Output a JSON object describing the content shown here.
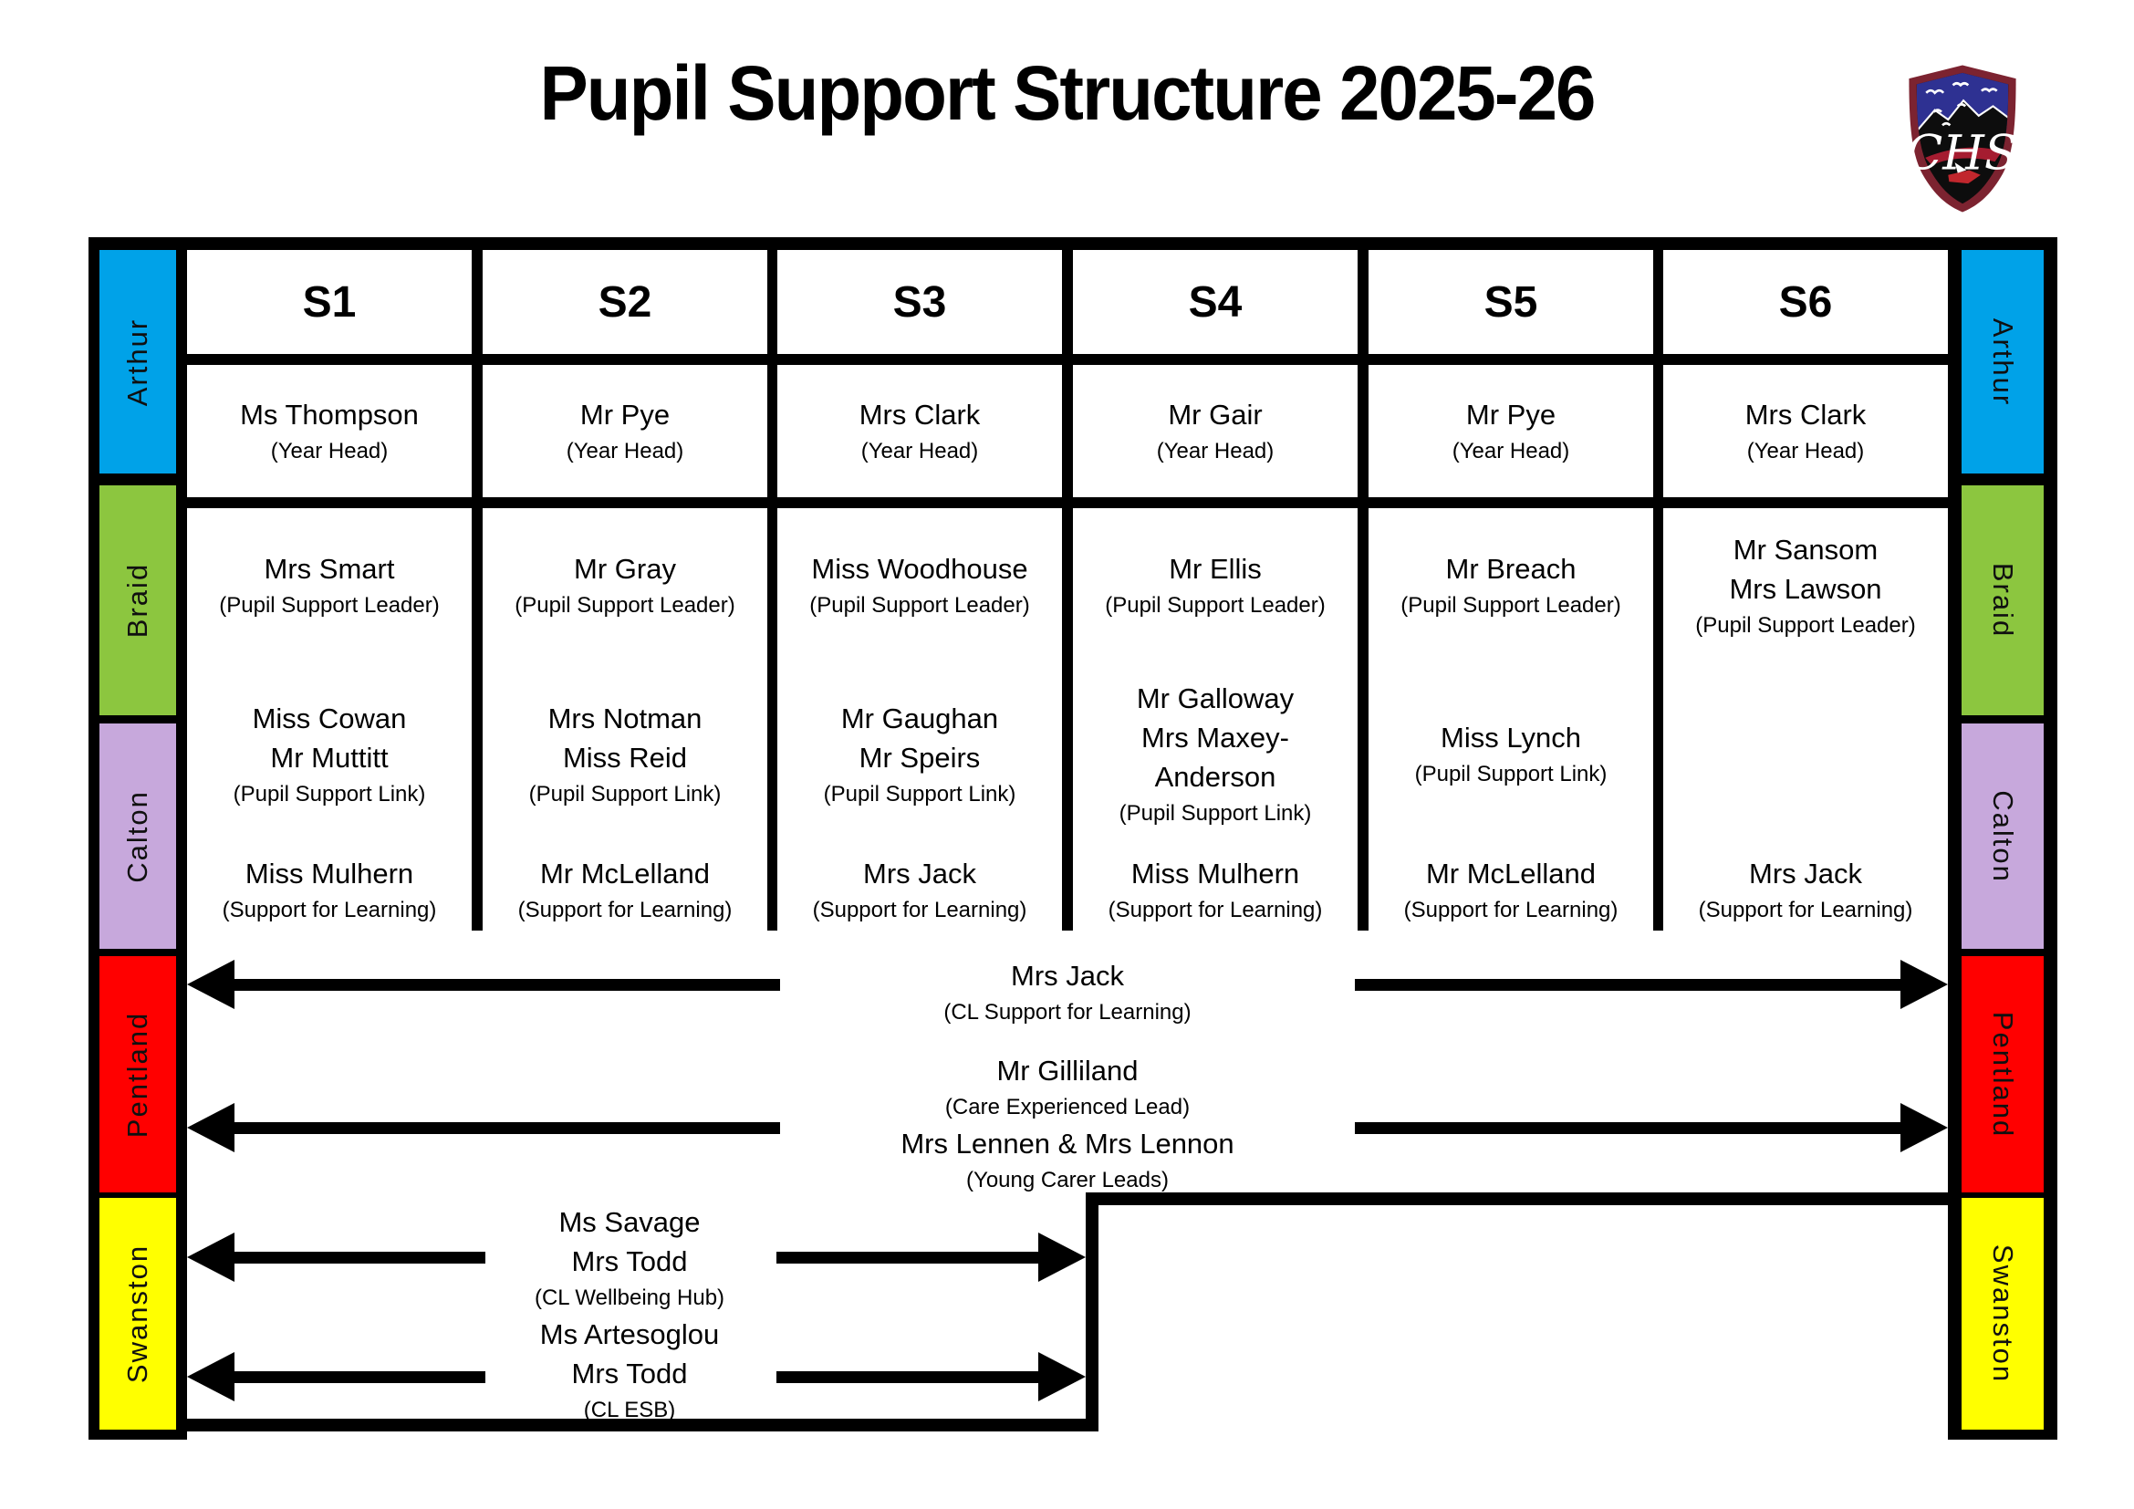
{
  "title": "Pupil Support Structure 2025-26",
  "crest": {
    "initials": "CHS"
  },
  "houses": [
    {
      "name": "Arthur",
      "color": "#00A2E8"
    },
    {
      "name": "Braid",
      "color": "#8CC63F"
    },
    {
      "name": "Calton",
      "color": "#C7A8DC"
    },
    {
      "name": "Pentland",
      "color": "#FF0000"
    },
    {
      "name": "Swanston",
      "color": "#FFFF00"
    }
  ],
  "columns": [
    {
      "year": "S1",
      "year_head": {
        "name": "Ms Thompson",
        "role": "(Year Head)"
      },
      "leader": {
        "names": [
          "Mrs Smart"
        ],
        "role": "(Pupil Support Leader)"
      },
      "link": {
        "names": [
          "Miss Cowan",
          "Mr Muttitt"
        ],
        "role": "(Pupil Support Link)"
      },
      "sfl": {
        "name": "Miss Mulhern",
        "role": "(Support for Learning)"
      }
    },
    {
      "year": "S2",
      "year_head": {
        "name": "Mr Pye",
        "role": "(Year Head)"
      },
      "leader": {
        "names": [
          "Mr Gray"
        ],
        "role": "(Pupil Support Leader)"
      },
      "link": {
        "names": [
          "Mrs Notman",
          "Miss Reid"
        ],
        "role": "(Pupil Support Link)"
      },
      "sfl": {
        "name": "Mr McLelland",
        "role": "(Support for Learning)"
      }
    },
    {
      "year": "S3",
      "year_head": {
        "name": "Mrs Clark",
        "role": "(Year Head)"
      },
      "leader": {
        "names": [
          "Miss Woodhouse"
        ],
        "role": "(Pupil Support Leader)"
      },
      "link": {
        "names": [
          "Mr Gaughan",
          "Mr Speirs"
        ],
        "role": "(Pupil Support Link)"
      },
      "sfl": {
        "name": "Mrs Jack",
        "role": "(Support for Learning)"
      }
    },
    {
      "year": "S4",
      "year_head": {
        "name": "Mr Gair",
        "role": "(Year Head)"
      },
      "leader": {
        "names": [
          "Mr Ellis"
        ],
        "role": "(Pupil Support Leader)"
      },
      "link": {
        "names": [
          "Mr Galloway",
          "Mrs Maxey-",
          "Anderson"
        ],
        "role": "(Pupil Support Link)"
      },
      "sfl": {
        "name": "Miss Mulhern",
        "role": "(Support for Learning)"
      }
    },
    {
      "year": "S5",
      "year_head": {
        "name": "Mr Pye",
        "role": "(Year Head)"
      },
      "leader": {
        "names": [
          "Mr Breach"
        ],
        "role": "(Pupil Support Leader)"
      },
      "link": {
        "names": [
          "Miss Lynch"
        ],
        "role": "(Pupil Support Link)"
      },
      "sfl": {
        "name": "Mr McLelland",
        "role": "(Support for Learning)"
      }
    },
    {
      "year": "S6",
      "year_head": {
        "name": "Mrs Clark",
        "role": "(Year Head)"
      },
      "leader": {
        "names": [
          "Mr Sansom",
          "Mrs Lawson"
        ],
        "role": "(Pupil Support Leader)"
      },
      "link": {
        "names": [],
        "role": ""
      },
      "sfl": {
        "name": "Mrs Jack",
        "role": "(Support for Learning)"
      }
    }
  ],
  "whole_school": {
    "cl_sfl_name": "Mrs Jack",
    "cl_sfl_role": "(CL Support for Learning)",
    "care_name": "Mr Gilliland",
    "care_role": "(Care Experienced Lead)",
    "young_carer_names": "Mrs Lennen & Mrs Lennon",
    "young_carer_role": "(Young Carer Leads)",
    "wellbeing_name1": "Ms Savage",
    "wellbeing_name2": "Mrs Todd",
    "wellbeing_role": "(CL Wellbeing Hub)",
    "esb_name1": "Ms Artesoglou",
    "esb_name2": "Mrs Todd",
    "esb_role": "(CL ESB)"
  }
}
